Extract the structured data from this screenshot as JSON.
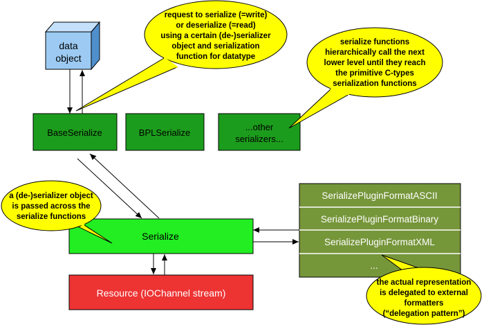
{
  "nodes": {
    "data_object": [
      "data",
      "object"
    ],
    "base_serialize": [
      "BaseSerialize"
    ],
    "bpl_serialize": [
      "BPLSerialize"
    ],
    "other_serializers": [
      "...other",
      "serializers..."
    ],
    "serialize": [
      "Serialize"
    ],
    "resource": [
      "Resource (IOChannel stream)"
    ]
  },
  "formatters": [
    "SerializePluginFormatASCII",
    "SerializePluginFormatBinary",
    "SerializePluginFormatXML",
    "..."
  ],
  "callouts": {
    "request": [
      "request to serialize (=write)",
      "or deserialize (=read)",
      "using a certain (de-)serializer",
      "object and serialization",
      "function for datatype"
    ],
    "hierarchy": [
      "serialize functions",
      "hierarchically call the next",
      "lower level until they reach",
      "the primitive C-types",
      "serialization functions"
    ],
    "passed": [
      "a (de-)serializer object",
      "is passed across the",
      "serialize functions"
    ],
    "delegation": [
      "the actual representation",
      "is delegated to external",
      "formatters",
      "(“delegation pattern”)"
    ]
  },
  "colors": {
    "dark_green": "#1c9c1c",
    "light_green": "#22ee22",
    "olive": "#76963a",
    "red": "#ee3333",
    "cube_front": "#9ccaf2",
    "callout_yellow": "#ffff00"
  }
}
